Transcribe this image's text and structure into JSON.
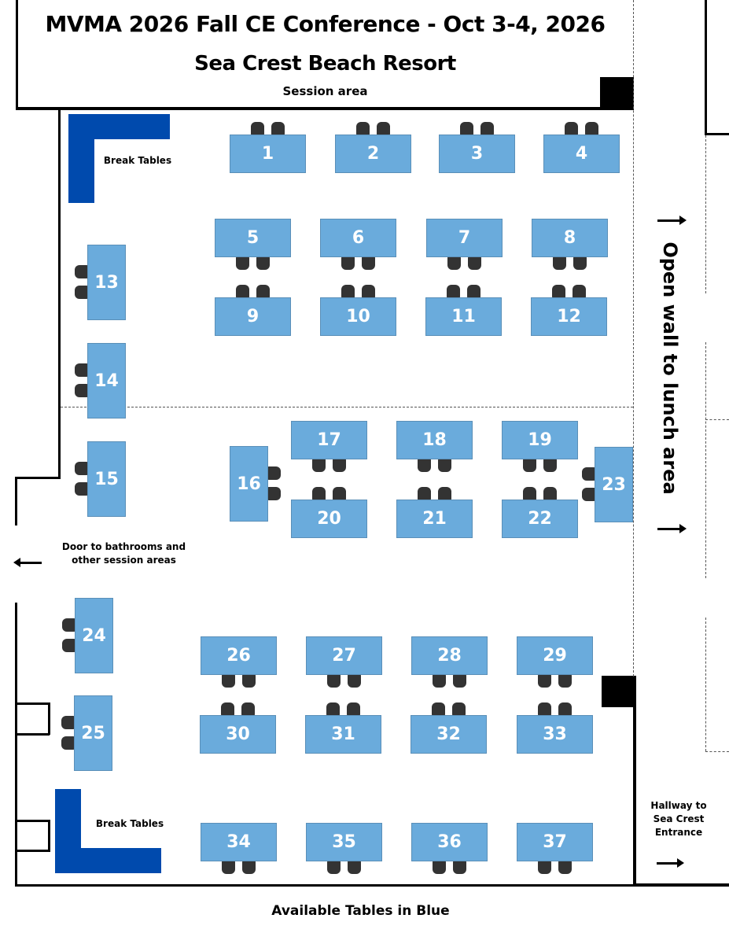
{
  "header": {
    "title": "MVMA 2026 Fall CE Conference - Oct 3-4, 2026",
    "venue": "Sea Crest Beach Resort",
    "area": "Session area"
  },
  "labels": {
    "break_tables_top": "Break Tables",
    "break_tables_bottom": "Break Tables",
    "door_line1": "Door to bathrooms and",
    "door_line2": "other session areas",
    "open_wall": "Open wall to lunch area",
    "hallway_line1": "Hallway to",
    "hallway_line2": "Sea Crest",
    "hallway_line3": "Entrance"
  },
  "footer": "Available Tables in Blue",
  "colors": {
    "available_table": "#6aabdc",
    "break_table": "#004aad",
    "chair": "#333333"
  },
  "tables": [
    {
      "number": "1",
      "status": "available"
    },
    {
      "number": "2",
      "status": "available"
    },
    {
      "number": "3",
      "status": "available"
    },
    {
      "number": "4",
      "status": "available"
    },
    {
      "number": "5",
      "status": "available"
    },
    {
      "number": "6",
      "status": "available"
    },
    {
      "number": "7",
      "status": "available"
    },
    {
      "number": "8",
      "status": "available"
    },
    {
      "number": "9",
      "status": "available"
    },
    {
      "number": "10",
      "status": "available"
    },
    {
      "number": "11",
      "status": "available"
    },
    {
      "number": "12",
      "status": "available"
    },
    {
      "number": "13",
      "status": "available"
    },
    {
      "number": "14",
      "status": "available"
    },
    {
      "number": "15",
      "status": "available"
    },
    {
      "number": "16",
      "status": "available"
    },
    {
      "number": "17",
      "status": "available"
    },
    {
      "number": "18",
      "status": "available"
    },
    {
      "number": "19",
      "status": "available"
    },
    {
      "number": "20",
      "status": "available"
    },
    {
      "number": "21",
      "status": "available"
    },
    {
      "number": "22",
      "status": "available"
    },
    {
      "number": "23",
      "status": "available"
    },
    {
      "number": "24",
      "status": "available"
    },
    {
      "number": "25",
      "status": "available"
    },
    {
      "number": "26",
      "status": "available"
    },
    {
      "number": "27",
      "status": "available"
    },
    {
      "number": "28",
      "status": "available"
    },
    {
      "number": "29",
      "status": "available"
    },
    {
      "number": "30",
      "status": "available"
    },
    {
      "number": "31",
      "status": "available"
    },
    {
      "number": "32",
      "status": "available"
    },
    {
      "number": "33",
      "status": "available"
    },
    {
      "number": "34",
      "status": "available"
    },
    {
      "number": "35",
      "status": "available"
    },
    {
      "number": "36",
      "status": "available"
    },
    {
      "number": "37",
      "status": "available"
    }
  ]
}
